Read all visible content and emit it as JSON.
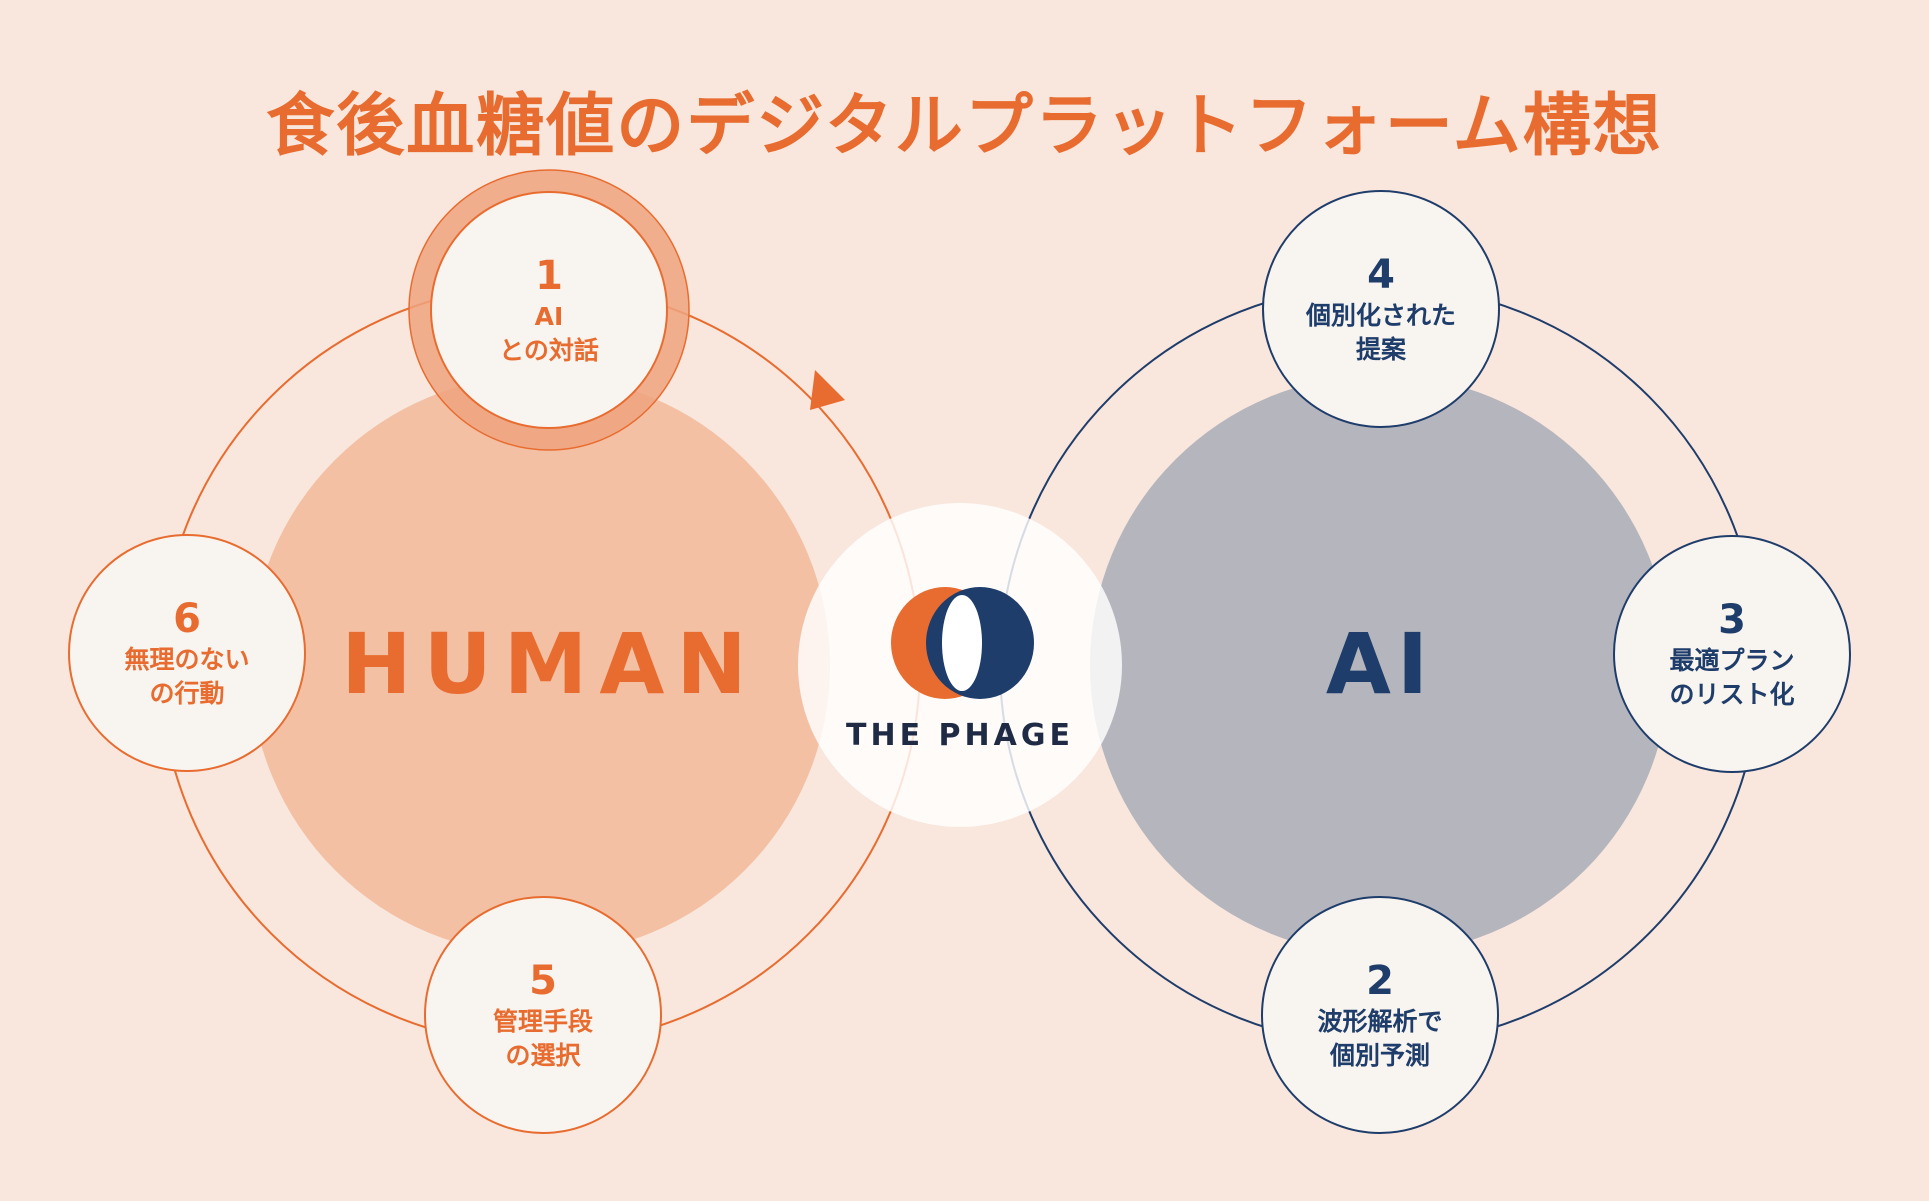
{
  "title": "食後血糖値のデジタルプラットフォーム構想",
  "labels": {
    "human": "HUMAN",
    "ai": "AI"
  },
  "brand": {
    "name": "THE PHAGE"
  },
  "nodes": {
    "n1": {
      "num": "1",
      "line1": "AI",
      "line2": "との対話"
    },
    "n2": {
      "num": "2",
      "line1": "波形解析で",
      "line2": "個別予測"
    },
    "n3": {
      "num": "3",
      "line1": "最適プラン",
      "line2": "のリスト化"
    },
    "n4": {
      "num": "4",
      "line1": "個別化された",
      "line2": "提案"
    },
    "n5": {
      "num": "5",
      "line1": "管理手段",
      "line2": "の選択"
    },
    "n6": {
      "num": "6",
      "line1": "無理のない",
      "line2": "の行動"
    }
  },
  "colors": {
    "background": "#f9e6dc",
    "accent_orange": "#e86c2f",
    "accent_navy": "#1f3d6b",
    "human_fill": "#f3c0a4",
    "ai_fill": "#b4b5bd",
    "node_fill": "#f8f4ef"
  }
}
